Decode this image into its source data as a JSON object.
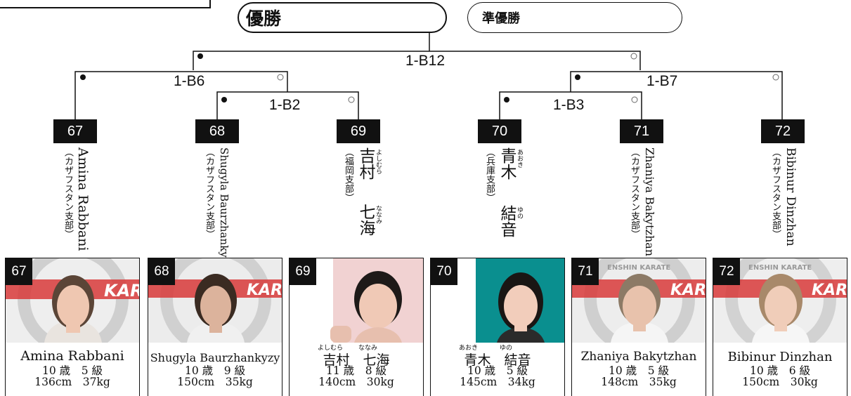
{
  "header": {
    "winner_label": "優勝",
    "runner_up_label": "準優勝"
  },
  "matches": {
    "final": "1-B12",
    "semi_left": "1-B6",
    "semi_right": "1-B7",
    "qf_left": "1-B2",
    "qf_right": "1-B3"
  },
  "bracket_numbers": [
    "67",
    "68",
    "69",
    "70",
    "71",
    "72"
  ],
  "competitors": [
    {
      "number": "67",
      "name": "Amina Rabbani",
      "branch": "（カザフスタン支部）",
      "age": "10 歳",
      "grade": "5 級",
      "height": "136cm",
      "weight": "37kg"
    },
    {
      "number": "68",
      "name": "Shugyla Baurzhankyzy",
      "branch": "（カザフスタン支部）",
      "age": "10 歳",
      "grade": "9 級",
      "height": "150cm",
      "weight": "35kg"
    },
    {
      "number": "69",
      "family": "吉村",
      "given": "七海",
      "family_ruby": "よしむら",
      "given_ruby": "ななみ",
      "branch": "（福岡支部）",
      "age": "11 歳",
      "grade": "8 級",
      "height": "140cm",
      "weight": "30kg"
    },
    {
      "number": "70",
      "family": "青木",
      "given": "結音",
      "family_ruby": "あおき",
      "given_ruby": "ゆの",
      "branch": "（兵庫支部）",
      "age": "10 歳",
      "grade": "5 級",
      "height": "145cm",
      "weight": "34kg"
    },
    {
      "number": "71",
      "name": "Zhaniya Bakytzhan",
      "branch": "（カザフスタン支部）",
      "age": "10 歳",
      "grade": "5 級",
      "height": "148cm",
      "weight": "35kg"
    },
    {
      "number": "72",
      "name": "Bibinur Dinzhan",
      "branch": "（カザフスタン支部）",
      "age": "10 歳",
      "grade": "6 級",
      "height": "150cm",
      "weight": "30kg"
    }
  ],
  "photo_text": {
    "banner": "KARATE",
    "ring": "ENSHIN KARATE"
  },
  "colors": {
    "ink": "#111111",
    "banner_red": "#d83a3a",
    "teal": "#0a8f8f",
    "pink": "#f1d2d2"
  }
}
